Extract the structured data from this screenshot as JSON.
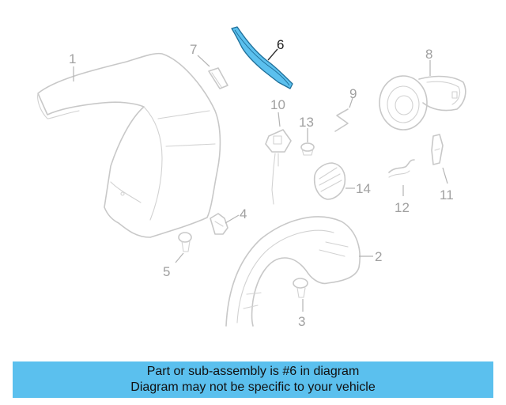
{
  "banner": {
    "line1": "Part or sub-assembly is #6 in diagram",
    "line2": "Diagram may not be specific to your vehicle"
  },
  "callouts": {
    "c1": "1",
    "c2": "2",
    "c3": "3",
    "c4": "4",
    "c5": "5",
    "c6": "6",
    "c7": "7",
    "c8": "8",
    "c9": "9",
    "c10": "10",
    "c11": "11",
    "c12": "12",
    "c13": "13",
    "c14": "14"
  },
  "highlight_part": "6",
  "colors": {
    "highlight": "#5bc0ee",
    "banner": "#5bc0ee",
    "line_art": "#c8c8c8"
  }
}
